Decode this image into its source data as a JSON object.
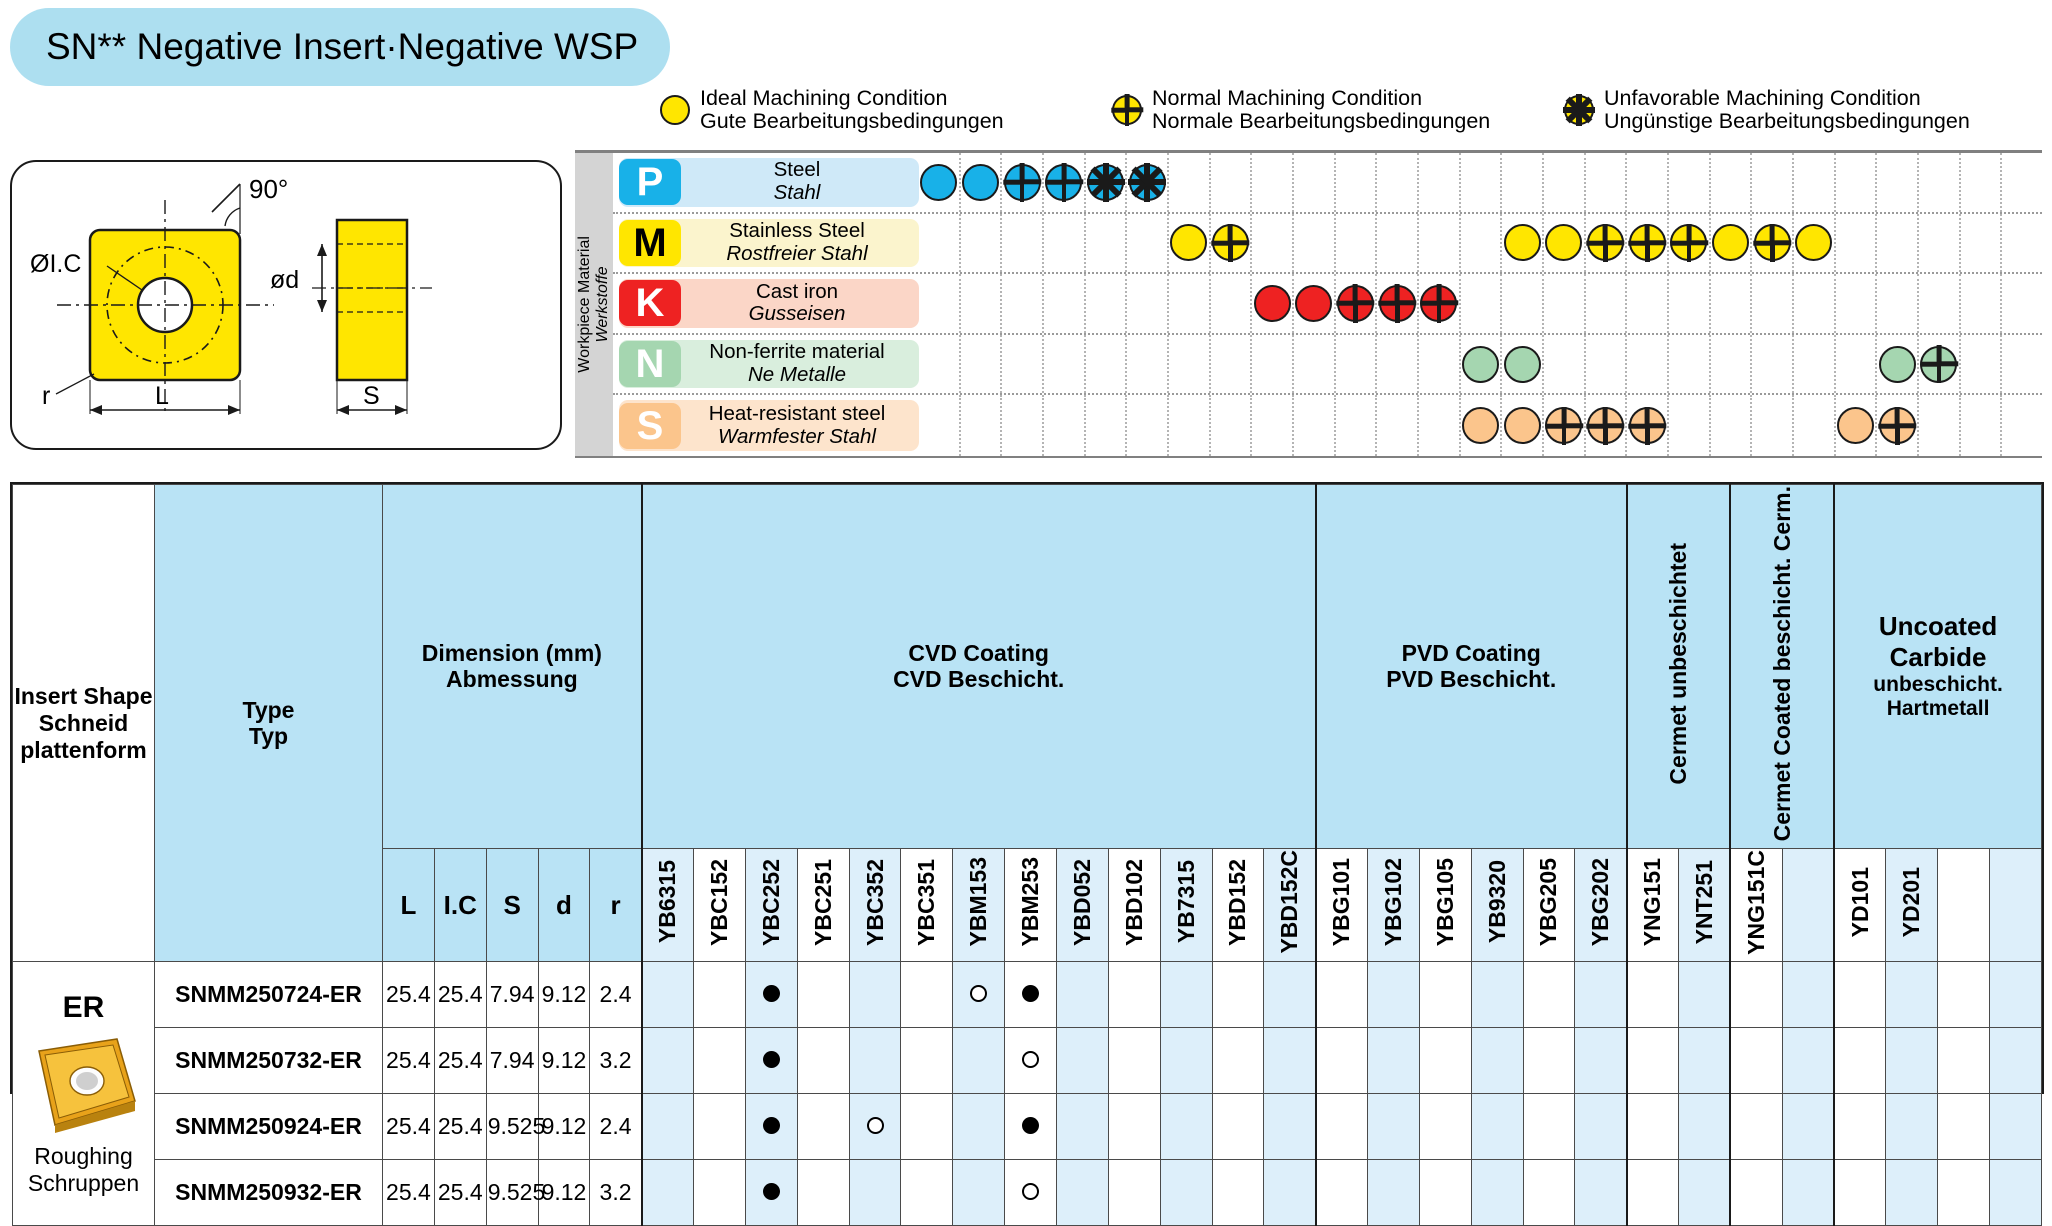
{
  "title": "SN** Negative Insert·Negative WSP",
  "colors": {
    "title_pill": "#addff0",
    "header_blue": "#b9e3f5",
    "row_blue": "#ddeffa",
    "marker_yellow": "#ffe600",
    "marker_blue": "#18b1e8",
    "marker_red": "#ee2222",
    "marker_green": "#a5d6b0",
    "marker_orange": "#fbc58c"
  },
  "legend": [
    {
      "icon": "ideal-condition-icon",
      "spokes": 0,
      "color": "#ffe600",
      "en": "Ideal Machining Condition",
      "de": "Gute Bearbeitungsbedingungen"
    },
    {
      "icon": "normal-condition-icon",
      "spokes": 4,
      "color": "#ffe600",
      "en": "Normal Machining Condition",
      "de": "Normale Bearbeitungsbedingungen"
    },
    {
      "icon": "unfavorable-condition-icon",
      "spokes": 8,
      "color": "#ffe600",
      "en": "Unfavorable Machining Condition",
      "de": "Ungünstige Bearbeitungsbedingungen"
    }
  ],
  "workpiece": {
    "label_en": "Workpiece Material",
    "label_de": "Werkstoffe",
    "rows": [
      {
        "code": "P",
        "badge_bg": "#18b1e8",
        "badge_fg": "#ffffff",
        "tint": "#cfe9f8",
        "en": "Steel",
        "de": "Stahl",
        "marker_color": "#18b1e8",
        "cells": [
          0,
          0,
          4,
          4,
          8,
          8,
          "",
          "",
          "",
          "",
          "",
          "",
          "",
          "",
          "",
          "",
          "",
          "",
          "",
          "",
          "",
          "",
          "",
          "",
          "",
          "",
          ""
        ]
      },
      {
        "code": "M",
        "badge_bg": "#ffe600",
        "badge_fg": "#000000",
        "tint": "#fbf4cd",
        "en": "Stainless Steel",
        "de": "Rostfreier Stahl",
        "marker_color": "#ffe600",
        "cells": [
          "",
          "",
          "",
          "",
          "",
          "",
          0,
          4,
          "",
          "",
          "",
          "",
          "",
          "",
          0,
          0,
          4,
          4,
          4,
          0,
          4,
          0,
          "",
          "",
          "",
          "",
          ""
        ]
      },
      {
        "code": "K",
        "badge_bg": "#ee2222",
        "badge_fg": "#ffffff",
        "tint": "#fbd6c7",
        "en": "Cast iron",
        "de": "Gusseisen",
        "marker_color": "#ee2222",
        "cells": [
          "",
          "",
          "",
          "",
          "",
          "",
          "",
          "",
          0,
          0,
          4,
          4,
          4,
          "",
          "",
          "",
          "",
          "",
          "",
          "",
          "",
          "",
          "",
          "",
          "",
          "",
          ""
        ]
      },
      {
        "code": "N",
        "badge_bg": "#a5d6b0",
        "badge_fg": "#ffffff",
        "tint": "#d9eedd",
        "en": "Non-ferrite material",
        "de": "Ne Metalle",
        "marker_color": "#a5d6b0",
        "cells": [
          "",
          "",
          "",
          "",
          "",
          "",
          "",
          "",
          "",
          "",
          "",
          "",
          "",
          0,
          0,
          "",
          "",
          "",
          "",
          "",
          "",
          "",
          "",
          0,
          4,
          "",
          ""
        ]
      },
      {
        "code": "S",
        "badge_bg": "#fbc58c",
        "badge_fg": "#ffffff",
        "tint": "#fde4cc",
        "en": "Heat-resistant steel",
        "de": "Warmfester Stahl",
        "marker_color": "#fbc58c",
        "cells": [
          "",
          "",
          "",
          "",
          "",
          "",
          "",
          "",
          "",
          "",
          "",
          "",
          "",
          0,
          0,
          4,
          4,
          4,
          "",
          "",
          "",
          "",
          0,
          4,
          "",
          "",
          ""
        ]
      }
    ]
  },
  "drawing": {
    "angle": "90°",
    "ic": "ØI.C",
    "d": "ød",
    "L": "L",
    "S": "S",
    "r": "r"
  },
  "table": {
    "headers": {
      "shape_en1": "Insert Shape",
      "shape_en2": "Schneid",
      "shape_en3": "plattenform",
      "type_en": "Type",
      "type_de": "Typ",
      "dimension_en": "Dimension (mm)",
      "dimension_de": "Abmessung",
      "cvd_en": "CVD Coating",
      "cvd_de": "CVD Beschicht.",
      "pvd_en": "PVD Coating",
      "pvd_de": "PVD Beschicht.",
      "cermet_un1": "Cermet",
      "cermet_un2": "unbeschichtet",
      "cermet_c1": "Cermet",
      "cermet_c2": "Coated",
      "cermet_c3": "beschicht. Cerm.",
      "uncoated1": "Uncoated",
      "uncoated2": "Carbide",
      "uncoated3": "unbeschicht.",
      "uncoated4": "Hartmetall",
      "dim_cols": [
        "L",
        "I.C",
        "S",
        "d",
        "r"
      ]
    },
    "grade_groups": {
      "cvd": [
        "YB6315",
        "YBC152",
        "YBC252",
        "YBC251",
        "YBC352",
        "YBC351",
        "YBM153",
        "YBM253",
        "YBD052",
        "YBD102",
        "YB7315",
        "YBD152",
        "YBD152C"
      ],
      "pvd": [
        "YBG101",
        "YBG102",
        "YBG105",
        "YB9320",
        "YBG205",
        "YBG202"
      ],
      "cermet_uncoated": [
        "YNG151",
        "YNT251"
      ],
      "cermet_coated": [
        "YNG151C",
        ""
      ],
      "uncoated": [
        "YD101",
        "YD201",
        "",
        ""
      ]
    },
    "shape": {
      "code": "ER",
      "photo_name": "insert-photo",
      "note_en": "Roughing",
      "note_de": "Schruppen"
    },
    "rows": [
      {
        "type": "SNMM250724-ER",
        "L": "25.4",
        "IC": "25.4",
        "S": "7.94",
        "d": "9.12",
        "r": "2.4",
        "marks": {
          "YBC252": "filled",
          "YBM153": "open",
          "YBM253": "filled"
        }
      },
      {
        "type": "SNMM250732-ER",
        "L": "25.4",
        "IC": "25.4",
        "S": "7.94",
        "d": "9.12",
        "r": "3.2",
        "marks": {
          "YBC252": "filled",
          "YBM253": "open"
        }
      },
      {
        "type": "SNMM250924-ER",
        "L": "25.4",
        "IC": "25.4",
        "S": "9.525",
        "d": "9.12",
        "r": "2.4",
        "marks": {
          "YBC252": "filled",
          "YBC352": "open",
          "YBM253": "filled"
        }
      },
      {
        "type": "SNMM250932-ER",
        "L": "25.4",
        "IC": "25.4",
        "S": "9.525",
        "d": "9.12",
        "r": "3.2",
        "marks": {
          "YBC252": "filled",
          "YBM253": "open"
        }
      }
    ]
  }
}
